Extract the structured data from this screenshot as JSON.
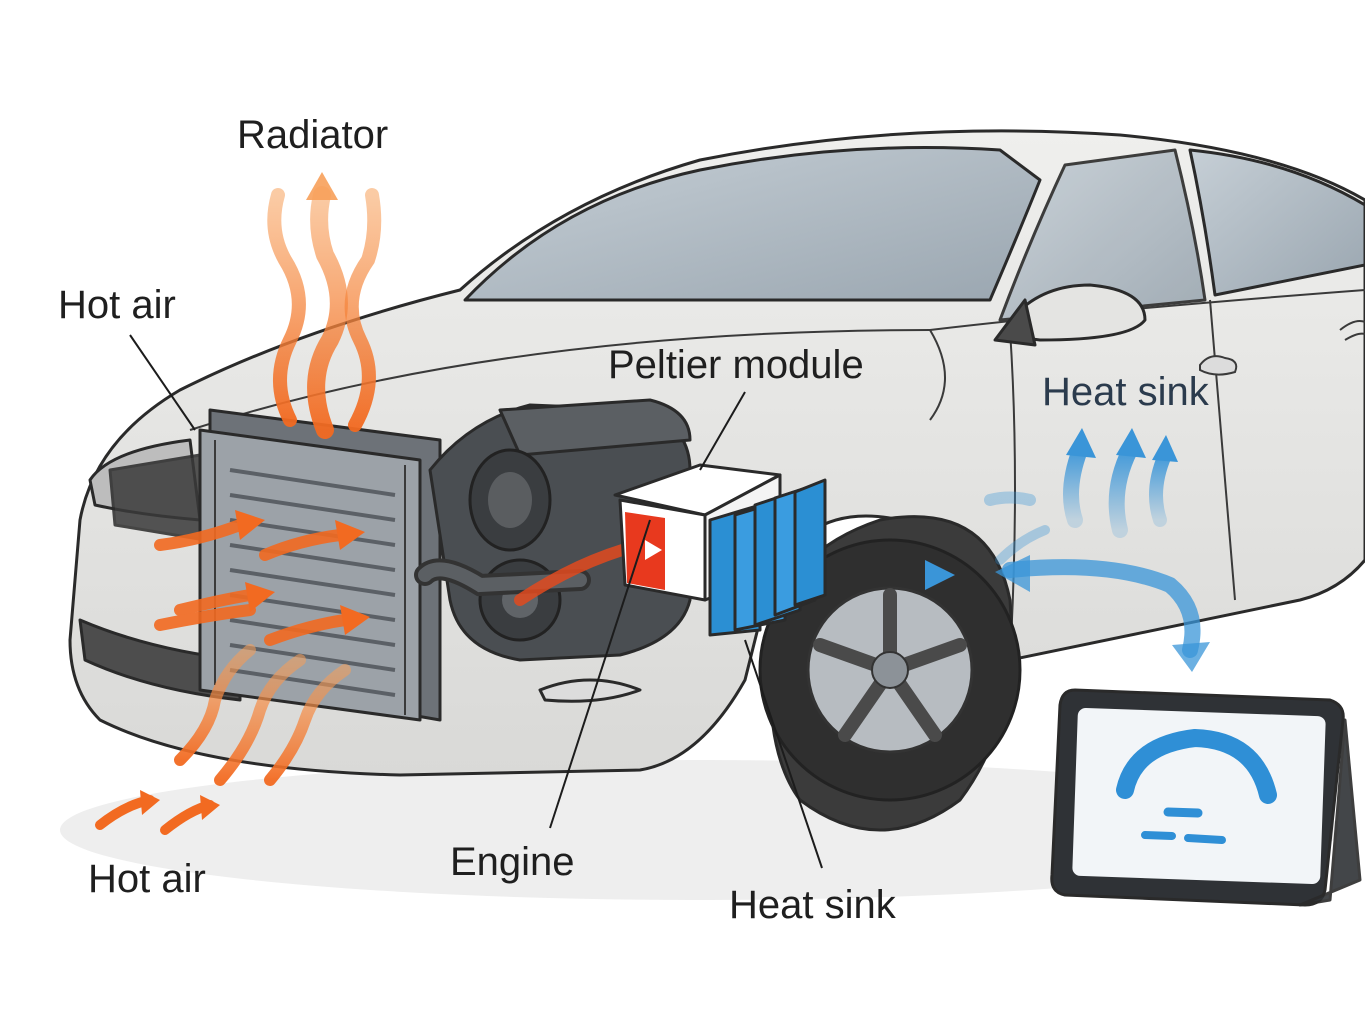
{
  "labels": {
    "radiator": "Radiator",
    "hot_air_top": "Hot air",
    "peltier_module": "Peltier module",
    "heat_sink_door": "Heat sink",
    "hot_air_bottom": "Hot air",
    "engine": "Engine",
    "heat_sink_bottom": "Heat sink"
  },
  "colors": {
    "hot_air": "#f26a21",
    "cool_air": "#3a95d8",
    "car_body": "#e8e8e6",
    "outline": "#2a2a2a",
    "display_gauge": "#2f8fd6"
  },
  "icons": {
    "display_icon": "gauge-icon"
  }
}
